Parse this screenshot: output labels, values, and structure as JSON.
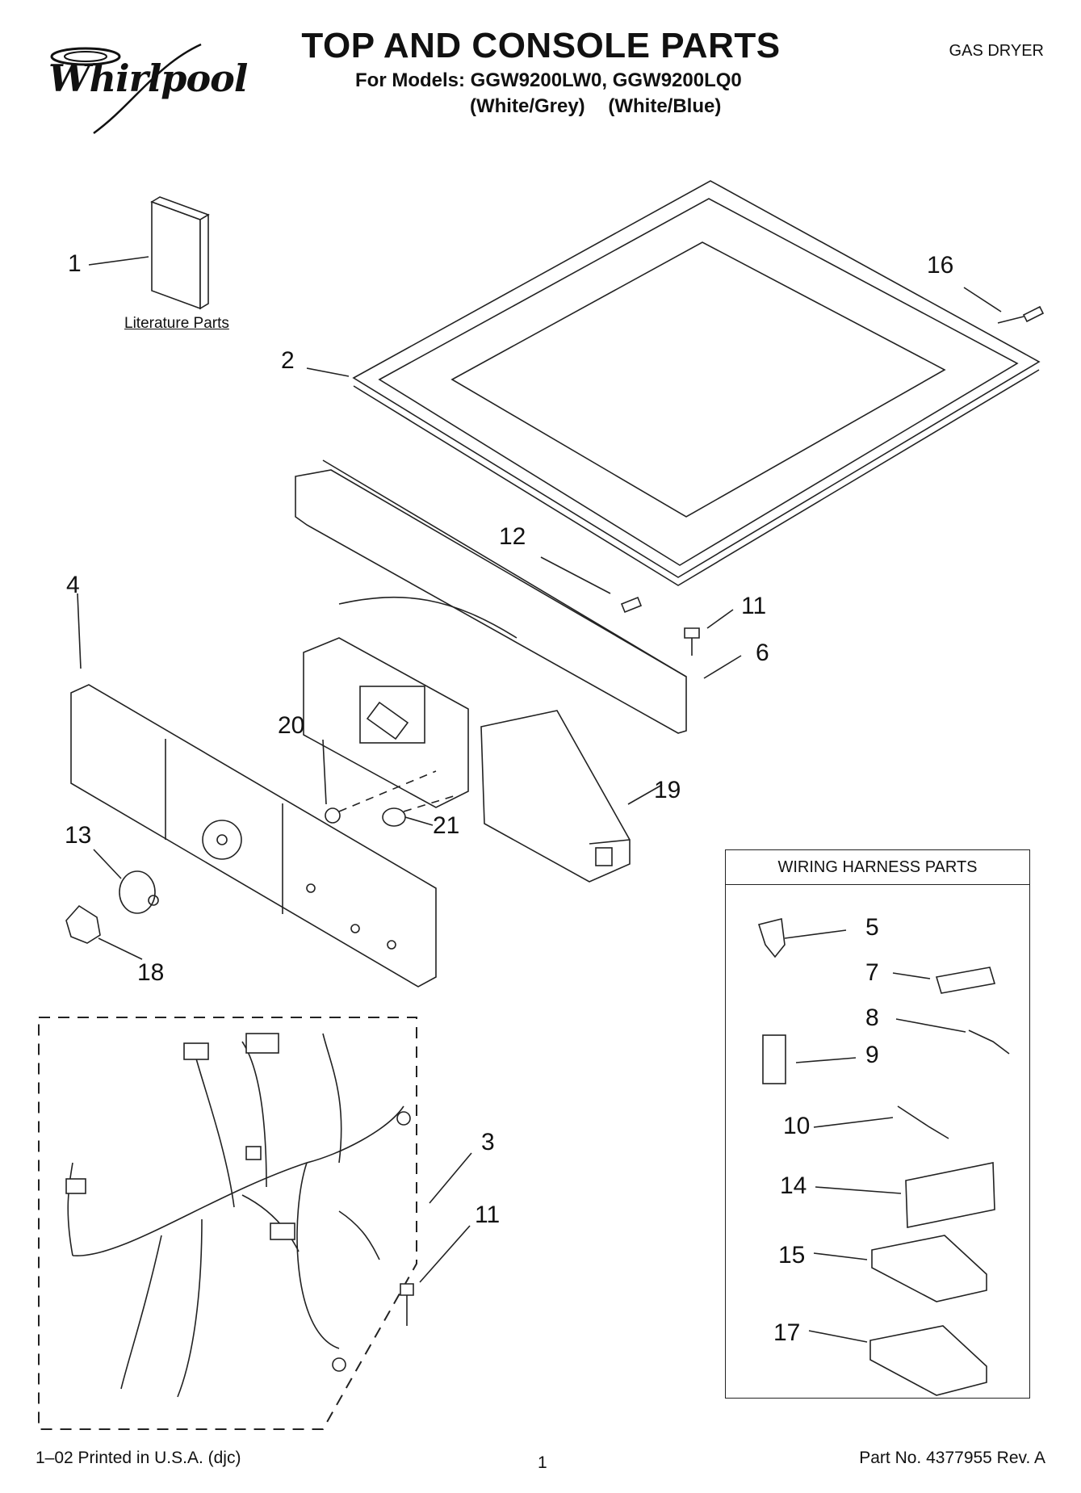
{
  "header": {
    "brand": "Whirlpool",
    "title": "TOP AND CONSOLE PARTS",
    "models_line": "For Models: GGW9200LW0, GGW9200LQ0",
    "variant_1": "(White/Grey)",
    "variant_2": "(White/Blue)",
    "product": "GAS DRYER"
  },
  "literature_label": "Literature Parts",
  "harness_box_title": "WIRING HARNESS PARTS",
  "callouts": {
    "c1": "1",
    "c2": "2",
    "c3": "3",
    "c4": "4",
    "c5": "5",
    "c6": "6",
    "c7": "7",
    "c8": "8",
    "c9": "9",
    "c10": "10",
    "c11a": "11",
    "c11b": "11",
    "c12": "12",
    "c13": "13",
    "c14": "14",
    "c15": "15",
    "c16": "16",
    "c17": "17",
    "c18": "18",
    "c19": "19",
    "c20": "20",
    "c21": "21"
  },
  "footer": {
    "printed": "1–02 Printed in U.S.A. (djc)",
    "page": "1",
    "part_no": "Part No. 4377955 Rev. A"
  }
}
